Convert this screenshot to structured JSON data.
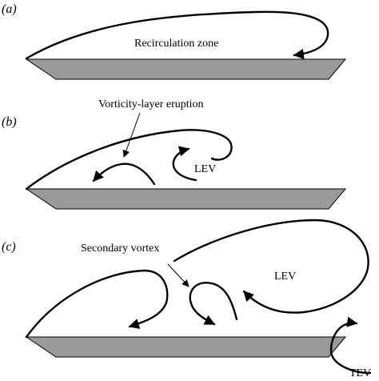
{
  "panels": [
    {
      "id": "a",
      "label": "(a)",
      "annotations": [
        "Recirculation zone"
      ]
    },
    {
      "id": "b",
      "label": "(b)",
      "annotations": [
        "Vorticity-layer eruption",
        "LEV"
      ]
    },
    {
      "id": "c",
      "label": "(c)",
      "annotations": [
        "Secondary vortex",
        "LEV",
        "TEV"
      ]
    }
  ],
  "colors": {
    "plate_fill": "#9a9a9a",
    "line": "#000000",
    "background": "#ffffff"
  }
}
